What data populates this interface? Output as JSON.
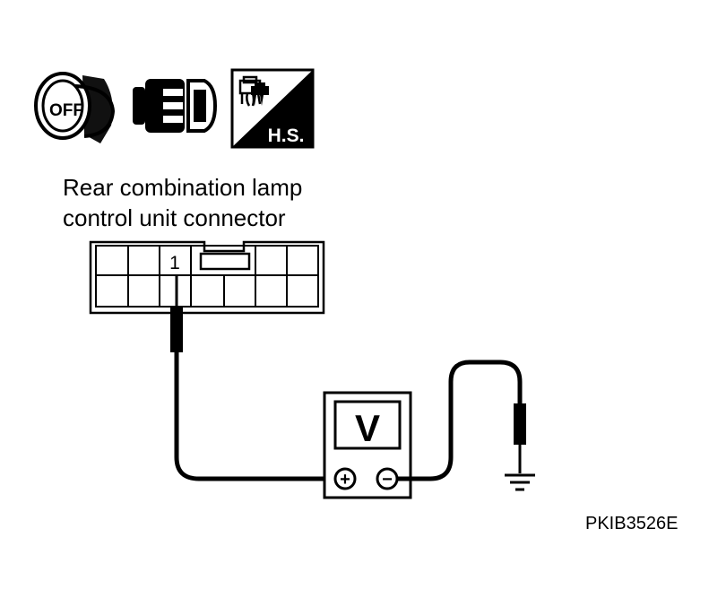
{
  "icons": {
    "ignition_key": {
      "icon": "ignition-key-off-icon",
      "text": "OFF"
    },
    "connector": {
      "icon": "disconnect-connector-icon"
    },
    "harness_side": {
      "icon": "harness-side-icon",
      "text": "H.S."
    }
  },
  "connector": {
    "caption_line1": "Rear combination lamp",
    "caption_line2": "control unit connector",
    "terminal": "1"
  },
  "meter": {
    "display": "V",
    "positive_symbol": "+",
    "negative_symbol": "−"
  },
  "figure_code": "PKIB3526E"
}
